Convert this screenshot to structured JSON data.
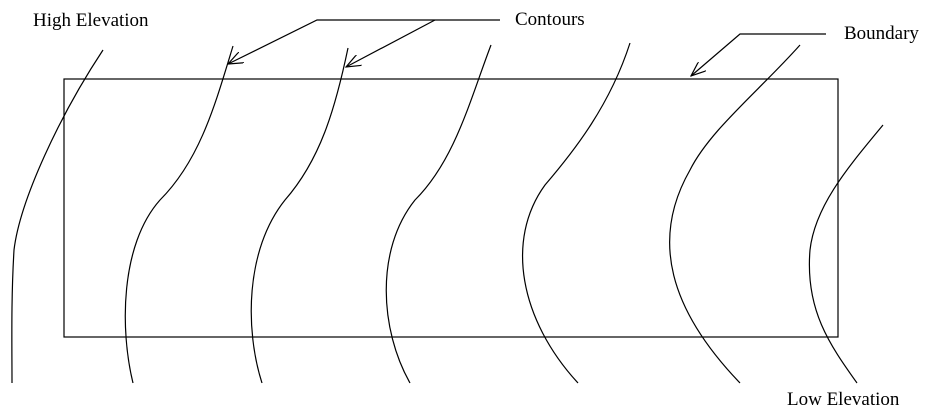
{
  "labels": {
    "high_elevation": "High Elevation",
    "contours": "Contours",
    "boundary": "Boundary",
    "low_elevation": "Low Elevation"
  },
  "colors": {
    "line": "#000000",
    "background": "#ffffff"
  }
}
